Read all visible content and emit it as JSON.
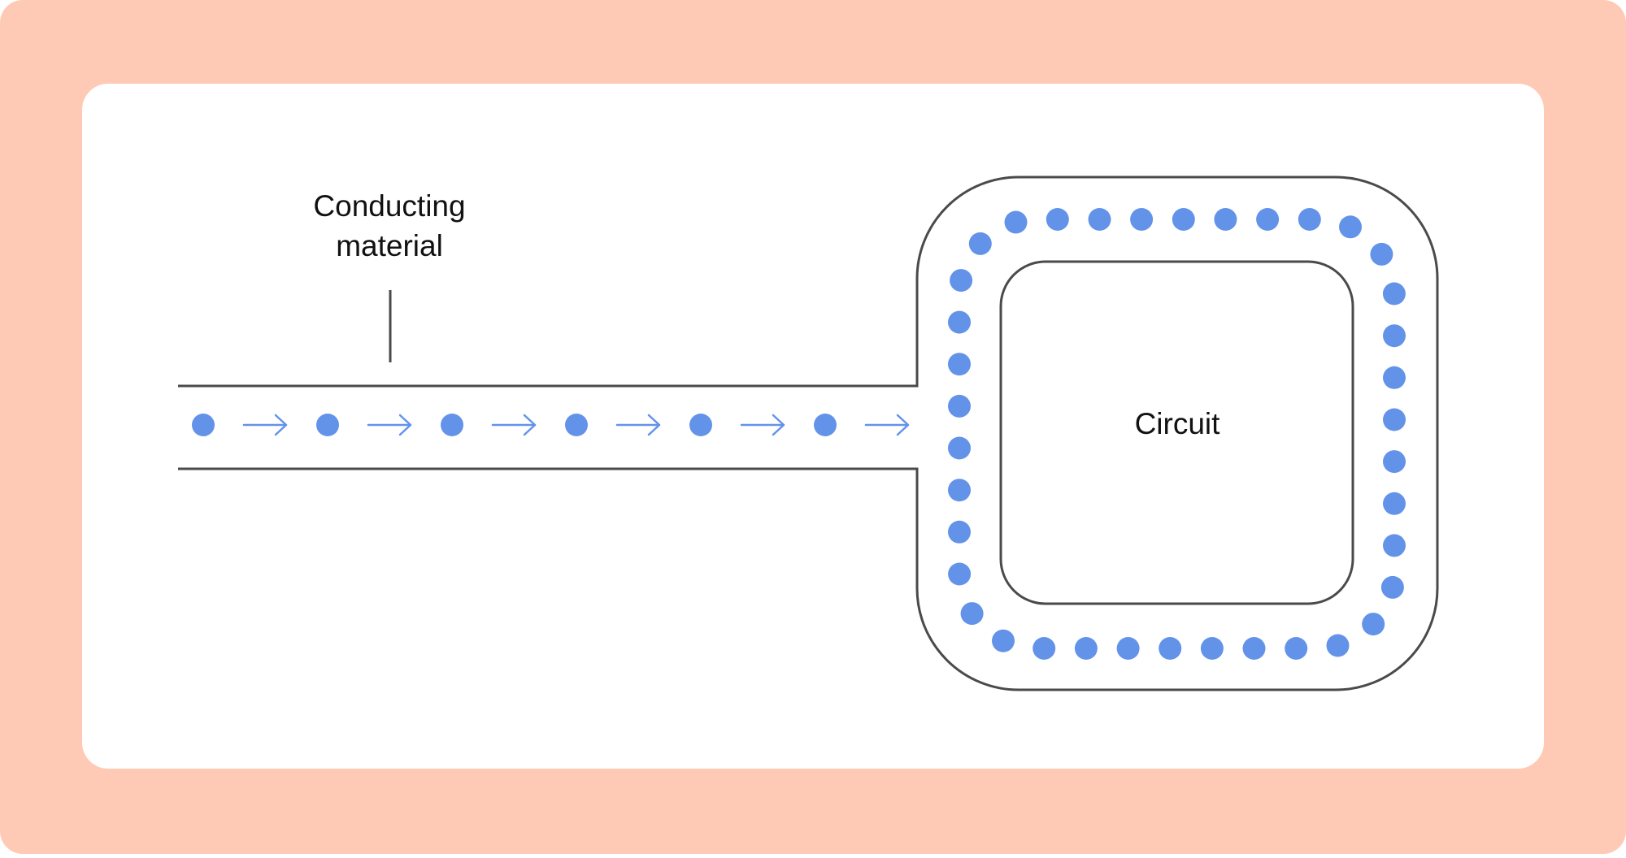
{
  "labels": {
    "conducting_material": [
      "Conducting",
      "material"
    ],
    "circuit": "Circuit"
  },
  "colors": {
    "frame_background": "#FFCAB5",
    "panel_background": "#FFFFFF",
    "outline": "#4A4A4A",
    "particle": "#6393E9",
    "arrow": "#6393E9",
    "text": "#111111"
  },
  "particles": {
    "wire_count": 6,
    "wire_arrow_count": 6,
    "loop_count": 38
  },
  "icons": {
    "particle": "electron-dot-icon",
    "arrow": "flow-arrow-icon"
  }
}
